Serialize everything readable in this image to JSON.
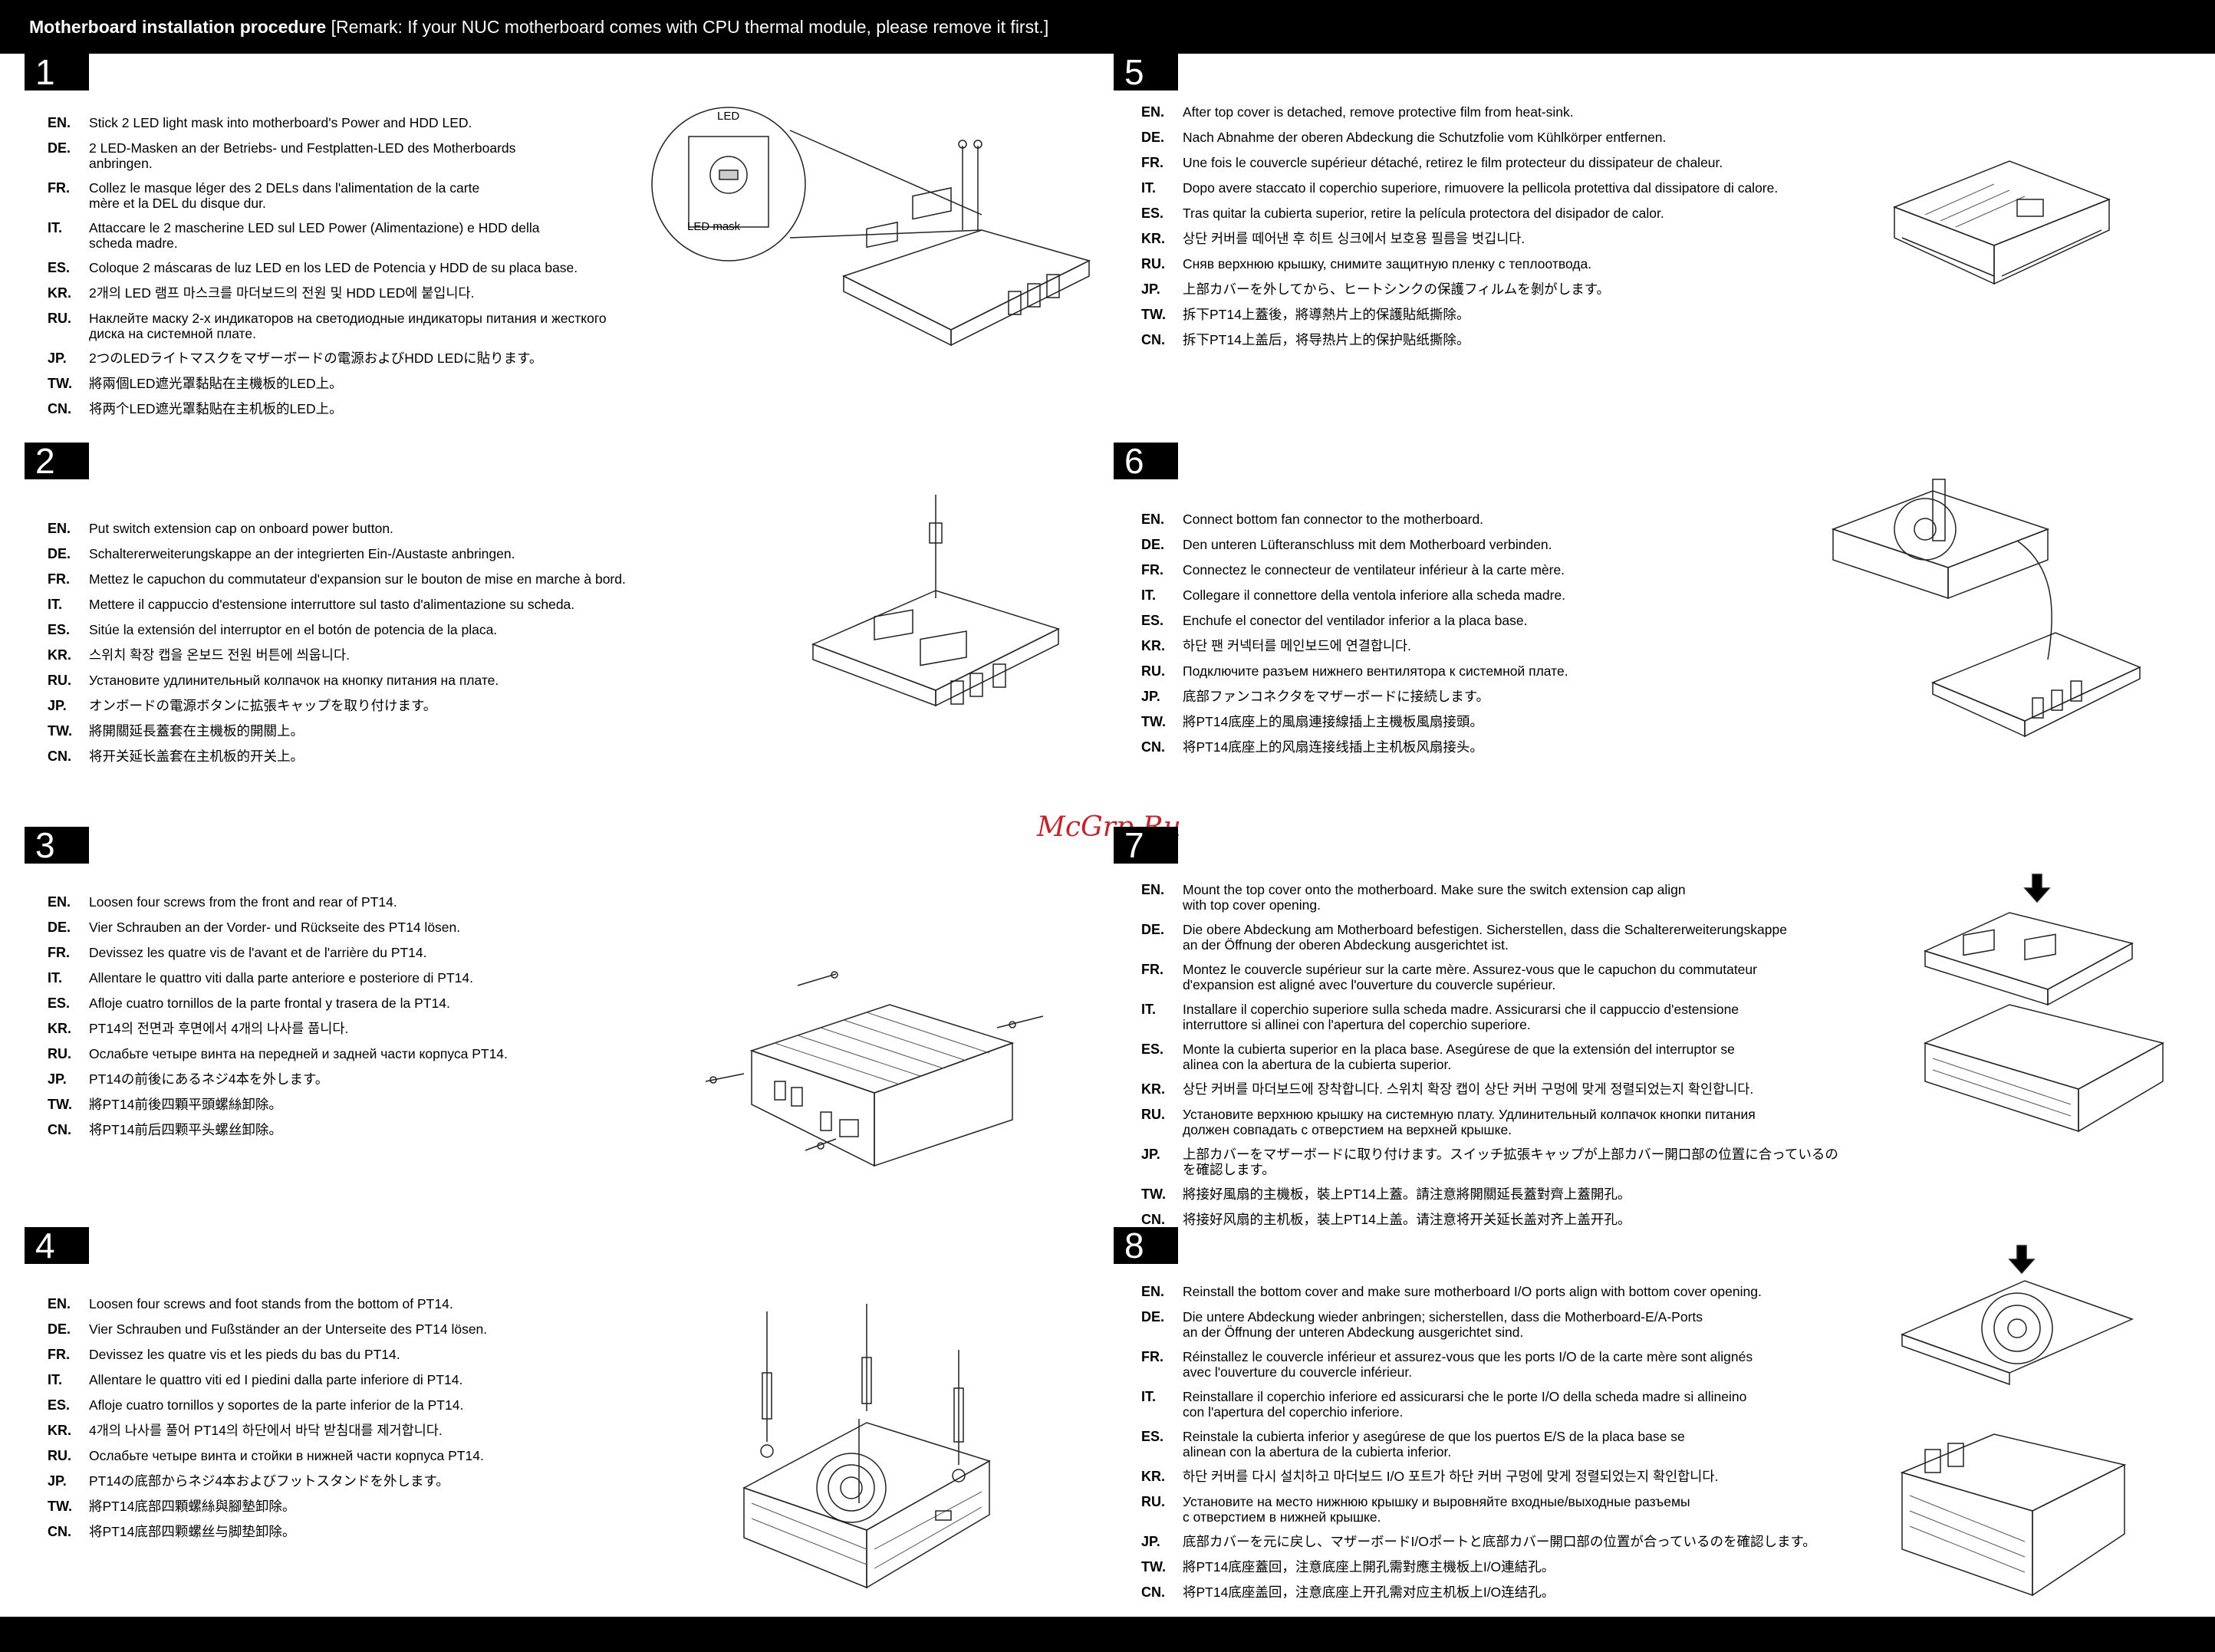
{
  "header": {
    "title_bold": "Motherboard installation procedure",
    "title_rest": " [Remark: If your NUC motherboard comes with CPU thermal module, please remove it first.]"
  },
  "watermark": "McGrp.Ru",
  "illustration_labels": {
    "led": "LED",
    "led_mask": "LED mask"
  },
  "steps": [
    {
      "num": "1",
      "lines": [
        {
          "code": "EN.",
          "text": "Stick 2 LED light mask into motherboard's Power and HDD LED."
        },
        {
          "code": "DE.",
          "text": "2 LED-Masken an der Betriebs- und Festplatten-LED des Motherboards\nanbringen."
        },
        {
          "code": "FR.",
          "text": "Collez le masque léger des 2 DELs dans l'alimentation de la carte\nmère et la DEL du disque dur."
        },
        {
          "code": "IT.",
          "text": "Attaccare le 2 mascherine LED sul LED Power (Alimentazione) e HDD della\nscheda madre."
        },
        {
          "code": "ES.",
          "text": "Coloque 2 máscaras de luz LED en los LED de Potencia y HDD de su placa base."
        },
        {
          "code": "KR.",
          "text": "2개의 LED 램프 마스크를 마더보드의 전원 및 HDD LED에 붙입니다."
        },
        {
          "code": "RU.",
          "text": "Наклейте маску 2-х индикаторов на светодиодные индикаторы питания и жесткого\nдиска на системной плате."
        },
        {
          "code": "JP.",
          "text": "2つのLEDライトマスクをマザーボードの電源およびHDD LEDに貼ります。"
        },
        {
          "code": "TW.",
          "text": "將兩個LED遮光罩黏貼在主機板的LED上。"
        },
        {
          "code": "CN.",
          "text": "将两个LED遮光罩黏贴在主机板的LED上。"
        }
      ]
    },
    {
      "num": "2",
      "lines": [
        {
          "code": "EN.",
          "text": "Put switch extension cap on onboard power button."
        },
        {
          "code": "DE.",
          "text": "Schaltererweiterungskappe an der integrierten Ein-/Austaste anbringen."
        },
        {
          "code": "FR.",
          "text": "Mettez le capuchon du commutateur d'expansion sur le bouton de mise en marche à bord."
        },
        {
          "code": "IT.",
          "text": "Mettere il cappuccio d'estensione interruttore sul tasto d'alimentazione su scheda."
        },
        {
          "code": "ES.",
          "text": "Sitúe la extensión del interruptor en el botón de potencia de la placa."
        },
        {
          "code": "KR.",
          "text": "스위치 확장 캡을 온보드 전원 버튼에 씌웁니다."
        },
        {
          "code": "RU.",
          "text": "Установите удлинительный колпачок на кнопку питания на плате."
        },
        {
          "code": "JP.",
          "text": "オンボードの電源ボタンに拡張キャップを取り付けます。"
        },
        {
          "code": "TW.",
          "text": "將開關延長蓋套在主機板的開關上。"
        },
        {
          "code": "CN.",
          "text": "将开关延长盖套在主机板的开关上。"
        }
      ]
    },
    {
      "num": "3",
      "lines": [
        {
          "code": "EN.",
          "text": "Loosen four screws from the front and rear of PT14."
        },
        {
          "code": "DE.",
          "text": "Vier Schrauben an der Vorder- und Rückseite des PT14 lösen."
        },
        {
          "code": "FR.",
          "text": "Devissez les quatre vis de l'avant et de l'arrière du PT14."
        },
        {
          "code": "IT.",
          "text": "Allentare le quattro viti dalla parte anteriore e posteriore di PT14."
        },
        {
          "code": "ES.",
          "text": "Afloje cuatro tornillos de la parte frontal y trasera de la PT14."
        },
        {
          "code": "KR.",
          "text": "PT14의 전면과 후면에서 4개의 나사를 풉니다."
        },
        {
          "code": "RU.",
          "text": "Ослабьте четыре винта на передней и задней части корпуса PT14."
        },
        {
          "code": "JP.",
          "text": "PT14の前後にあるネジ4本を外します。"
        },
        {
          "code": "TW.",
          "text": "將PT14前後四顆平頭螺絲卸除。"
        },
        {
          "code": "CN.",
          "text": "将PT14前后四颗平头螺丝卸除。"
        }
      ]
    },
    {
      "num": "4",
      "lines": [
        {
          "code": "EN.",
          "text": "Loosen four screws and foot stands from the bottom of PT14."
        },
        {
          "code": "DE.",
          "text": "Vier Schrauben und Fußständer an der Unterseite des PT14 lösen."
        },
        {
          "code": "FR.",
          "text": "Devissez les quatre vis et les pieds du bas du PT14."
        },
        {
          "code": "IT.",
          "text": "Allentare le quattro viti ed I piedini dalla parte inferiore di PT14."
        },
        {
          "code": "ES.",
          "text": "Afloje cuatro tornillos y soportes de la parte inferior de la PT14."
        },
        {
          "code": "KR.",
          "text": "4개의 나사를 풀어 PT14의 하단에서 바닥 받침대를 제거합니다."
        },
        {
          "code": "RU.",
          "text": "Ослабьте четыре винта и стойки в нижней части корпуса PT14."
        },
        {
          "code": "JP.",
          "text": "PT14の底部からネジ4本およびフットスタンドを外します。"
        },
        {
          "code": "TW.",
          "text": "將PT14底部四顆螺絲與腳墊卸除。"
        },
        {
          "code": "CN.",
          "text": "将PT14底部四颗螺丝与脚垫卸除。"
        }
      ]
    },
    {
      "num": "5",
      "lines": [
        {
          "code": "EN.",
          "text": "After top cover is detached, remove protective film from heat-sink."
        },
        {
          "code": "DE.",
          "text": "Nach Abnahme der oberen Abdeckung die Schutzfolie vom Kühlkörper entfernen."
        },
        {
          "code": "FR.",
          "text": "Une fois le couvercle supérieur détaché, retirez le film protecteur du dissipateur de chaleur."
        },
        {
          "code": "IT.",
          "text": "Dopo avere staccato il coperchio superiore, rimuovere la pellicola protettiva dal dissipatore di calore."
        },
        {
          "code": "ES.",
          "text": "Tras quitar la cubierta superior, retire la película protectora del disipador de calor."
        },
        {
          "code": "KR.",
          "text": "상단 커버를 떼어낸 후 히트 싱크에서 보호용 필름을 벗깁니다."
        },
        {
          "code": "RU.",
          "text": "Сняв верхнюю крышку, снимите защитную пленку с теплоотвода."
        },
        {
          "code": "JP.",
          "text": "上部カバーを外してから、ヒートシンクの保護フィルムを剝がします。"
        },
        {
          "code": "TW.",
          "text": "拆下PT14上蓋後，將導熱片上的保護貼紙撕除。"
        },
        {
          "code": "CN.",
          "text": "拆下PT14上盖后，将导热片上的保护贴纸撕除。"
        }
      ]
    },
    {
      "num": "6",
      "lines": [
        {
          "code": "EN.",
          "text": "Connect bottom fan connector to the motherboard."
        },
        {
          "code": "DE.",
          "text": "Den unteren Lüfteranschluss mit dem Motherboard verbinden."
        },
        {
          "code": "FR.",
          "text": "Connectez le connecteur de ventilateur inférieur à la carte mère."
        },
        {
          "code": "IT.",
          "text": "Collegare il connettore della ventola inferiore alla scheda madre."
        },
        {
          "code": "ES.",
          "text": "Enchufe el conector del ventilador inferior a la placa base."
        },
        {
          "code": "KR.",
          "text": "하단 팬 커넥터를 메인보드에 연결합니다."
        },
        {
          "code": "RU.",
          "text": "Подключите разъем нижнего вентилятора к системной плате."
        },
        {
          "code": "JP.",
          "text": "底部ファンコネクタをマザーボードに接続します。"
        },
        {
          "code": "TW.",
          "text": "將PT14底座上的風扇連接線插上主機板風扇接頭。"
        },
        {
          "code": "CN.",
          "text": "将PT14底座上的风扇连接线插上主机板风扇接头。"
        }
      ]
    },
    {
      "num": "7",
      "lines": [
        {
          "code": "EN.",
          "text": "Mount the top cover onto the motherboard.  Make sure the switch extension cap align\nwith top cover opening."
        },
        {
          "code": "DE.",
          "text": "Die obere Abdeckung am Motherboard befestigen. Sicherstellen, dass die Schaltererweiterungskappe\nan der Öffnung der oberen Abdeckung ausgerichtet ist."
        },
        {
          "code": "FR.",
          "text": "Montez le couvercle supérieur sur la carte mère. Assurez-vous que le capuchon du commutateur\nd'expansion est aligné avec l'ouverture du couvercle supérieur."
        },
        {
          "code": "IT.",
          "text": "Installare il coperchio superiore sulla scheda madre. Assicurarsi che il cappuccio d'estensione\ninterruttore si allinei con l'apertura del coperchio superiore."
        },
        {
          "code": "ES.",
          "text": "Monte la cubierta superior en la placa base. Asegúrese de que la extensión del interruptor se\nalinea con la abertura de la cubierta superior."
        },
        {
          "code": "KR.",
          "text": "상단 커버를 마더보드에 장착합니다. 스위치 확장 캡이 상단 커버 구멍에 맞게 정렬되었는지 확인합니다."
        },
        {
          "code": "RU.",
          "text": "Установите верхнюю крышку на системную плату. Удлинительный колпачок кнопки питания\nдолжен совпадать с отверстием на верхней крышке."
        },
        {
          "code": "JP.",
          "text": "上部カバーをマザーボードに取り付けます。スイッチ拡張キャップが上部カバー開口部の位置に合っているの\nを確認します。"
        },
        {
          "code": "TW.",
          "text": "將接好風扇的主機板，裝上PT14上蓋。請注意將開關延長蓋對齊上蓋開孔。"
        },
        {
          "code": "CN.",
          "text": "将接好风扇的主机板，装上PT14上盖。请注意将开关延长盖对齐上盖开孔。"
        }
      ]
    },
    {
      "num": "8",
      "lines": [
        {
          "code": "EN.",
          "text": "Reinstall the bottom cover and make sure motherboard I/O ports align with bottom cover opening."
        },
        {
          "code": "DE.",
          "text": "Die untere Abdeckung wieder anbringen; sicherstellen, dass die Motherboard-E/A-Ports\nan der Öffnung der unteren Abdeckung ausgerichtet sind."
        },
        {
          "code": "FR.",
          "text": "Réinstallez le couvercle inférieur et assurez-vous que les ports I/O de la carte mère sont alignés\navec l'ouverture du couvercle inférieur."
        },
        {
          "code": "IT.",
          "text": "Reinstallare il coperchio inferiore ed assicurarsi che le porte I/O della scheda madre si allineino\ncon l'apertura del coperchio inferiore."
        },
        {
          "code": "ES.",
          "text": "Reinstale la cubierta inferior y asegúrese de que los puertos E/S de la placa base se\nalinean con la abertura de la cubierta inferior."
        },
        {
          "code": "KR.",
          "text": "하단 커버를 다시 설치하고 마더보드 I/O 포트가 하단 커버 구멍에 맞게 정렬되었는지 확인합니다."
        },
        {
          "code": "RU.",
          "text": "Установите на место нижнюю крышку и выровняйте входные/выходные разъемы\nс отверстием в нижней крышке."
        },
        {
          "code": "JP.",
          "text": "底部カバーを元に戻し、マザーボードI/Oポートと底部カバー開口部の位置が合っているのを確認します。"
        },
        {
          "code": "TW.",
          "text": "將PT14底座蓋回，注意底座上開孔需對應主機板上I/O連結孔。"
        },
        {
          "code": "CN.",
          "text": "将PT14底座盖回，注意底座上开孔需对应主机板上I/O连结孔。"
        }
      ]
    }
  ]
}
